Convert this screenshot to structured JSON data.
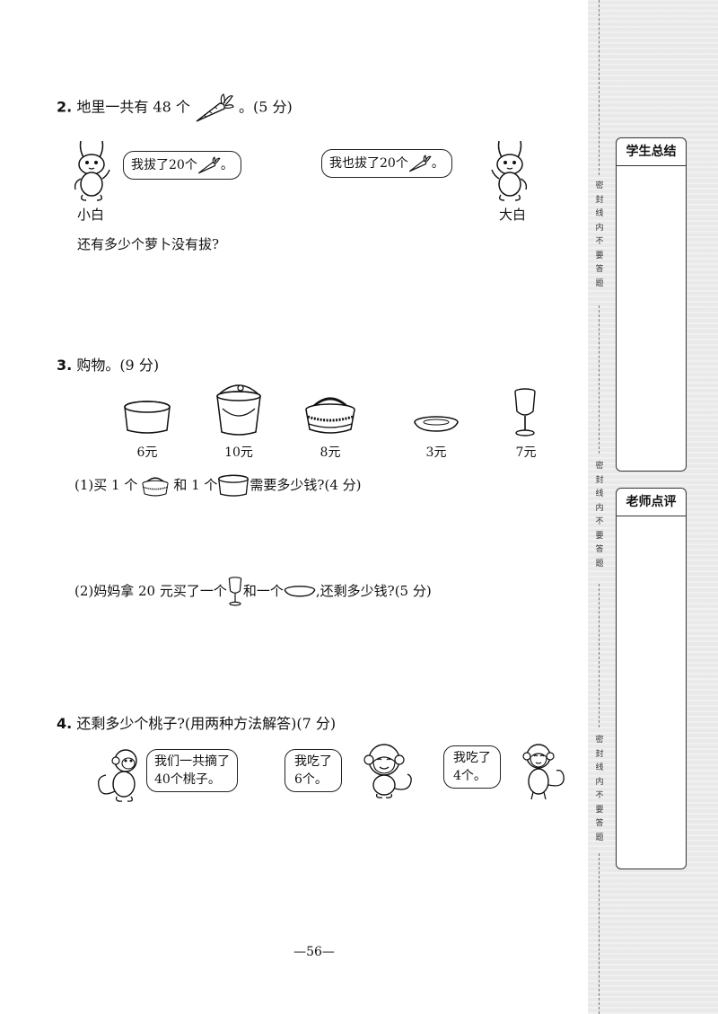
{
  "q2": {
    "number": "2.",
    "title_pre": "地里一共有 48 个",
    "title_post": "。(5 分)",
    "icon": "carrot-icon",
    "left_char_name": "小白",
    "left_bubble_pre": "我拔了20个",
    "left_bubble_post": "。",
    "right_char_name": "大白",
    "right_bubble_pre": "我也拔了20个",
    "right_bubble_post": "。",
    "question": "还有多少个萝卜没有拔?"
  },
  "q3": {
    "number": "3.",
    "title": "购物。(9 分)",
    "items": [
      {
        "icon": "bowl-icon",
        "price": "6元"
      },
      {
        "icon": "bucket-icon",
        "price": "10元"
      },
      {
        "icon": "basket-icon",
        "price": "8元"
      },
      {
        "icon": "plate-icon",
        "price": "3元"
      },
      {
        "icon": "goblet-icon",
        "price": "7元"
      }
    ],
    "sub1_a": "(1)买 1 个",
    "sub1_b": "和 1 个",
    "sub1_c": "需要多少钱?(4 分)",
    "sub2_a": "(2)妈妈拿 20 元买了一个",
    "sub2_b": "和一个",
    "sub2_c": ",还剩多少钱?(5 分)"
  },
  "q4": {
    "number": "4.",
    "title": "还剩多少个桃子?(用两种方法解答)(7 分)",
    "bubble1_line1": "我们一共摘了",
    "bubble1_line2": "40个桃子。",
    "bubble2_line1": "我吃了",
    "bubble2_line2": "6个。",
    "bubble3_line1": "我吃了",
    "bubble3_line2": "4个。"
  },
  "sidebar": {
    "box1_title": "学生总结",
    "box2_title": "老师点评",
    "seal_text": [
      "密",
      "封",
      "线",
      "内",
      "不",
      "要",
      "答",
      "题"
    ]
  },
  "page_number": "—56—"
}
